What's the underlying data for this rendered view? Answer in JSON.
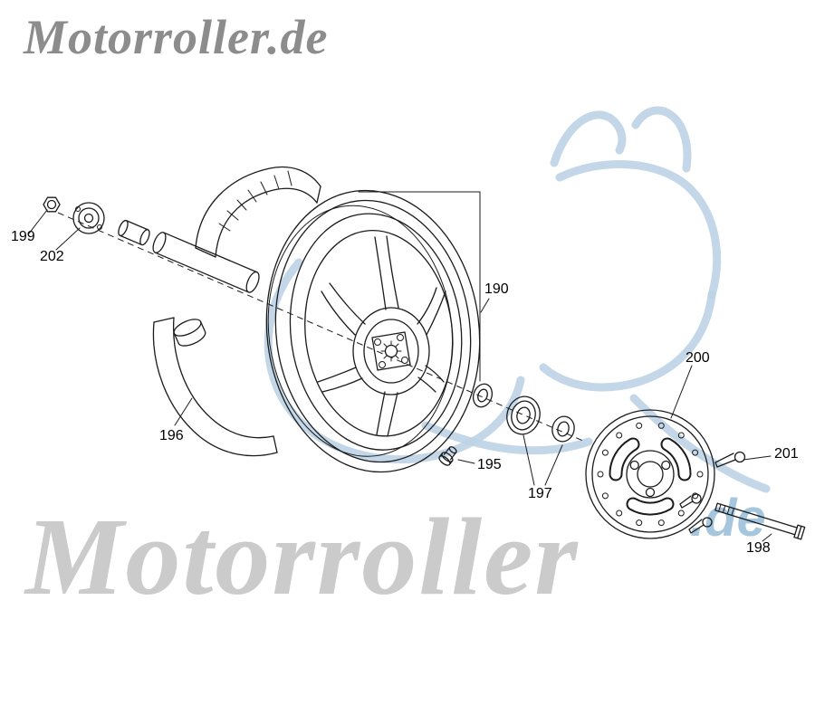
{
  "branding": {
    "header_logo": "Motorroller.de",
    "footer_watermark": "Motorroller",
    "watermark_suffix": ".de"
  },
  "colors": {
    "background": "#ffffff",
    "line_art": "#1b1b1b",
    "label_text": "#000000",
    "header_gray": "#8c8c8c",
    "footer_gray": "#cbcbcb",
    "watermark_blue": "#bcd3e5",
    "watermark_blue_text": "#a6c6de"
  },
  "diagram_type": "exploded-parts-drawing",
  "parts": [
    {
      "number": "199"
    },
    {
      "number": "202"
    },
    {
      "number": "190"
    },
    {
      "number": "196"
    },
    {
      "number": "195"
    },
    {
      "number": "197"
    },
    {
      "number": "200"
    },
    {
      "number": "201"
    },
    {
      "number": "198"
    }
  ]
}
